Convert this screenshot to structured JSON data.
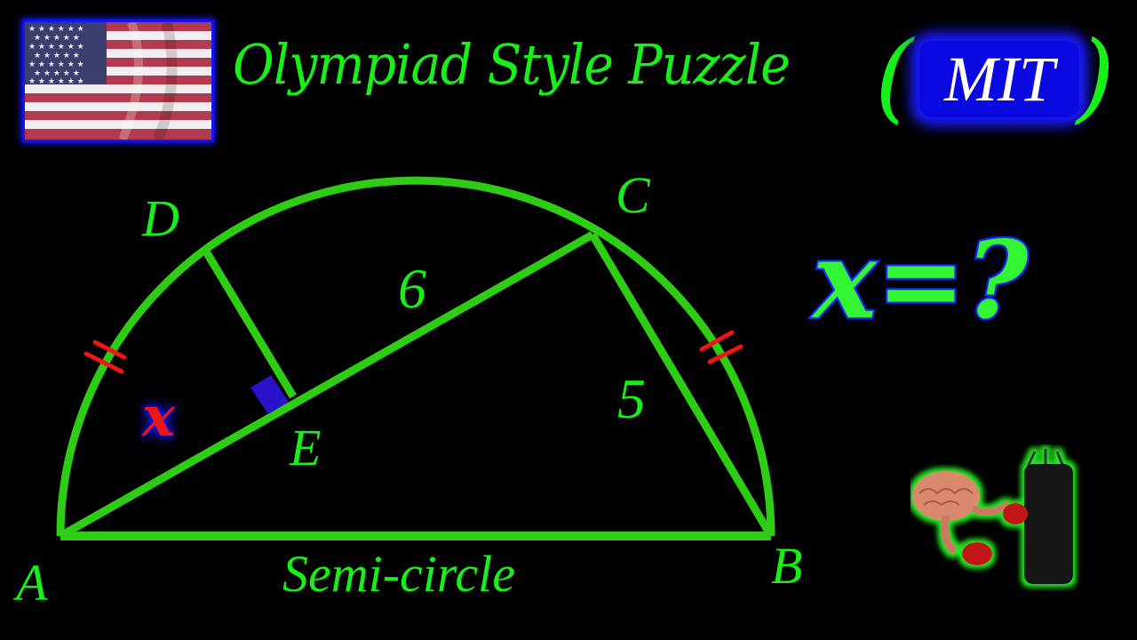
{
  "header": {
    "title": "Olympiad Style Puzzle",
    "open_paren": "(",
    "close_paren": ")",
    "badge": "MIT",
    "flag_icon": "us-flag-icon"
  },
  "question": {
    "text": "x=?"
  },
  "diagram": {
    "points": {
      "A": "A",
      "B": "B",
      "C": "C",
      "D": "D",
      "E": "E"
    },
    "lengths": {
      "AC_segment_EC": "6",
      "CB": "5",
      "AE": "x"
    },
    "caption": "Semi-circle",
    "colors": {
      "stroke": "#2ecc14",
      "label": "#19f019",
      "tick": "#f01515",
      "right_angle": "#2a12c8",
      "unknown_label": "#f01515",
      "glow": "#1a1aff"
    }
  },
  "mascot": {
    "icon": "brain-boxing-icon"
  }
}
